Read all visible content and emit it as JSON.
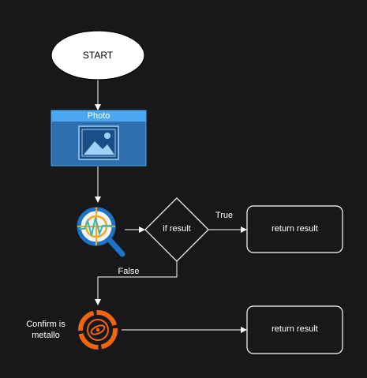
{
  "nodes": {
    "start": {
      "label": "START"
    },
    "photo": {
      "label": "Photo",
      "icon": "image-icon"
    },
    "analyzer": {
      "icon": "search-analytics-icon"
    },
    "decision": {
      "label": "if result"
    },
    "result_true": {
      "label": "return result"
    },
    "confirm": {
      "label": "Confirm is metallo",
      "icon": "orange-scan-icon"
    },
    "result_false": {
      "label": "return result"
    }
  },
  "edges": {
    "true_label": "True",
    "false_label": "False"
  },
  "colors": {
    "background": "#18181a",
    "stroke": "#ffffff",
    "photo_fill": "#2f6fb0",
    "photo_header": "#4ba8f0",
    "orange": "#f0650f",
    "analyzer_blue": "#1f73c4"
  }
}
